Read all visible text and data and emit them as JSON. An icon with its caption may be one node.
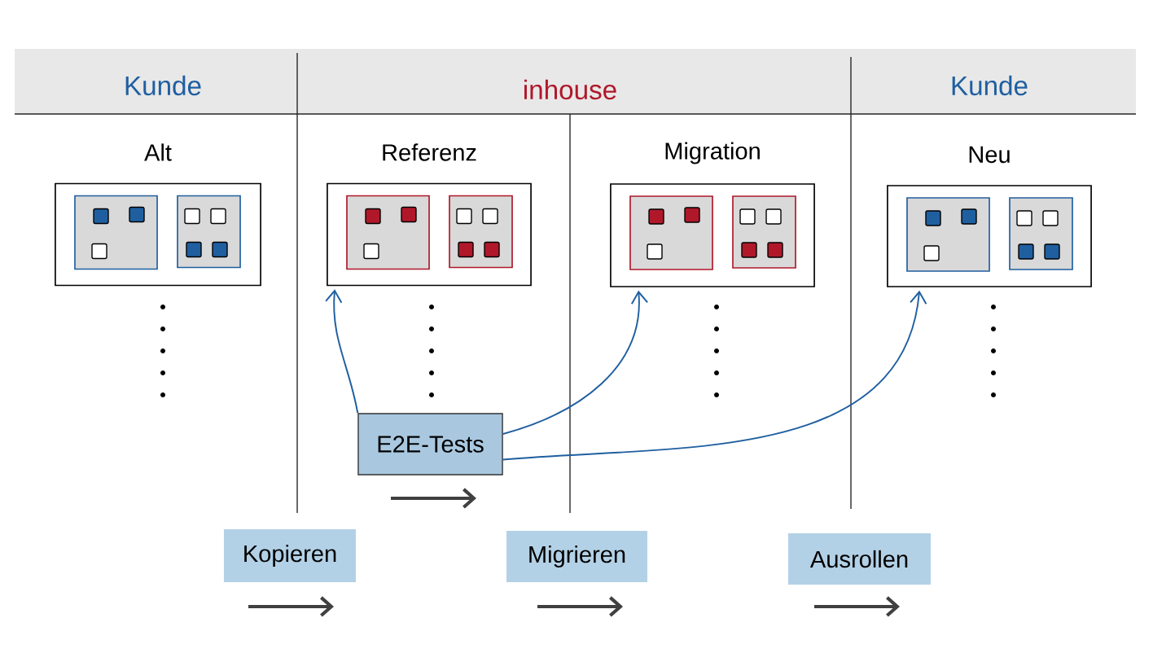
{
  "diagram": {
    "nodes": [
      {
        "text": [
          "Alt"
        ]
      },
      {
        "text": [],
        "shape": "box",
        "in": 0
      },
      {
        "text": [],
        "shape": "box",
        "in": 0
      },
      {
        "text": [
          "Referenz"
        ]
      },
      {
        "text": [],
        "shape": "box",
        "in": 3
      },
      {
        "text": [],
        "shape": "box",
        "in": 3
      },
      {
        "text": [
          "Migration"
        ]
      },
      {
        "text": [],
        "shape": "box",
        "in": 6
      },
      {
        "text": [],
        "shape": "box",
        "in": 6
      },
      {
        "text": [
          "Neu"
        ]
      },
      {
        "text": [],
        "shape": "box",
        "in": 9
      },
      {
        "text": [],
        "shape": "box",
        "in": 9
      },
      {
        "text": [
          "E2E-Tests"
        ]
      },
      {
        "text": [
          "Kopieren"
        ]
      },
      {
        "text": [
          "Migrieren"
        ]
      },
      {
        "text": [
          "Ausrollen"
        ]
      }
    ],
    "edges": [
      {
        "from": 12,
        "to": 3,
        "arrow": "to"
      },
      {
        "from": 12,
        "to": 6,
        "arrow": "to"
      },
      {
        "from": 12,
        "to": 9,
        "arrow": "to"
      }
    ],
    "labels": [
      "Kunde",
      "inhouse",
      "Kunde"
    ]
  }
}
